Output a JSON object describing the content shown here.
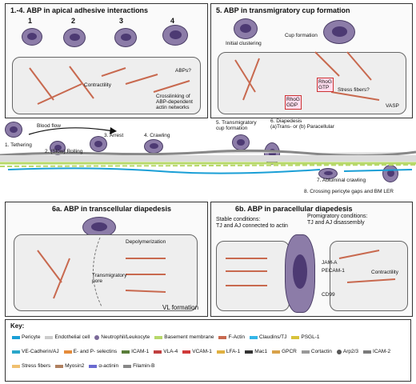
{
  "panels": {
    "apical": {
      "title": "1.-4. ABP in apical adhesive interactions",
      "steps": [
        "1",
        "2",
        "3",
        "4"
      ],
      "labels": {
        "contractility": "Contractility",
        "abp": "ABPs?",
        "crosslinking": "Crosslinking of\nABP-dependent\nactin networks"
      }
    },
    "cup": {
      "title": "5. ABP in transmigratory cup formation",
      "labels": {
        "initial": "Initial clustering",
        "cup": "Cup formation",
        "rhog_gtp": "RhoG\nGTP",
        "rhog_gdp": "RhoG\nGDP",
        "stress": "Stress fibers?",
        "vasp": "VASP"
      }
    },
    "cascade": {
      "blood_flow": "Blood flow",
      "steps": {
        "s1": "1. Tethering",
        "s2": "2. (Slow) Rolling",
        "s3": "3. Arrest",
        "s4": "4. Crawling",
        "s5": "5. Transmigratory\ncup formation",
        "s6": "6. Diapedesis\n(a)Trans- or (b) Paracellular",
        "s7": "7. Abluminal crawling",
        "s8": "8. Crossing pericyte gaps and BM LER"
      }
    },
    "transcellular": {
      "title": "6a. ABP in transcellular diapedesis",
      "labels": {
        "depol": "Depolymerization",
        "pore": "Transmigratory\npore",
        "vl": "VL formation"
      }
    },
    "paracellular": {
      "title": "6b. ABP in paracellular  diapedesis",
      "labels": {
        "stable": "Stable conditions:\nTJ and AJ connected to actin",
        "promig": "Promigratory conditions:\nTJ and AJ disassembly",
        "jam": "JAM-A",
        "pecam": "PECAM-1",
        "cd99": "CD99",
        "contractility": "Contractility"
      }
    }
  },
  "key": {
    "title": "Key:",
    "rows": [
      [
        {
          "label": "Pericyte",
          "color": "#1a9fd6",
          "shape": "bar"
        },
        {
          "label": "Endothelial cell",
          "color": "#cccccc",
          "shape": "bar"
        },
        {
          "label": "Neutrophil/Leukocyte",
          "color": "#7b6a99",
          "shape": "round"
        },
        {
          "label": "Basement membrane",
          "color": "#b7d86a",
          "shape": "bar"
        },
        {
          "label": "F-Actin",
          "color": "#c8694f",
          "shape": "bar"
        },
        {
          "label": "Claudins/TJ",
          "color": "#34b6e8",
          "shape": "bar"
        },
        {
          "label": "PSGL-1",
          "color": "#d8c23a",
          "shape": "bar"
        }
      ],
      [
        {
          "label": "VE-Cadherin/AJ",
          "color": "#2aa7c9",
          "shape": "bar"
        },
        {
          "label": "E- and P- selectins",
          "color": "#e58b3a",
          "shape": "bar"
        },
        {
          "label": "ICAM-1",
          "color": "#5a7d3a",
          "shape": "bar"
        },
        {
          "label": "VLA-4",
          "color": "#c04040",
          "shape": "bar"
        },
        {
          "label": "VCAM-1",
          "color": "#d03a3a",
          "shape": "bar"
        },
        {
          "label": "LFA-1",
          "color": "#e0b040",
          "shape": "bar"
        },
        {
          "label": "Mac1",
          "color": "#333333",
          "shape": "bar"
        },
        {
          "label": "GPCR",
          "color": "#d8a24a",
          "shape": "bar"
        },
        {
          "label": "Cortactin",
          "color": "#999999",
          "shape": "bar"
        },
        {
          "label": "Arp2/3",
          "color": "#555555",
          "shape": "round"
        },
        {
          "label": "ICAM-2",
          "color": "#7a7a7a",
          "shape": "bar"
        }
      ],
      [
        {
          "label": "Stress fibers",
          "color": "#f0c070",
          "shape": "bar"
        },
        {
          "label": "Myosin2",
          "color": "#b08060",
          "shape": "bar"
        },
        {
          "label": "α-actinin",
          "color": "#6a6ad0",
          "shape": "bar"
        },
        {
          "label": "Filamin-B",
          "color": "#888888",
          "shape": "bar"
        }
      ]
    ]
  }
}
